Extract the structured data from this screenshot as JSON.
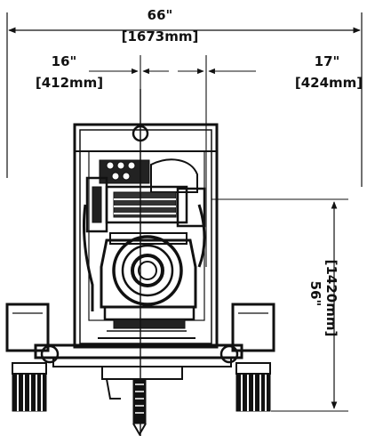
{
  "dimensions": {
    "overall_width": {
      "inches": "66\"",
      "mm": "[1673mm]"
    },
    "left_offset": {
      "inches": "16\"",
      "mm": "[412mm]"
    },
    "right_offset": {
      "inches": "17\"",
      "mm": "[424mm]"
    },
    "height": {
      "inches": "56\"",
      "mm": "[1420mm]"
    }
  },
  "colors": {
    "ink": "#111111",
    "background": "#ffffff"
  }
}
